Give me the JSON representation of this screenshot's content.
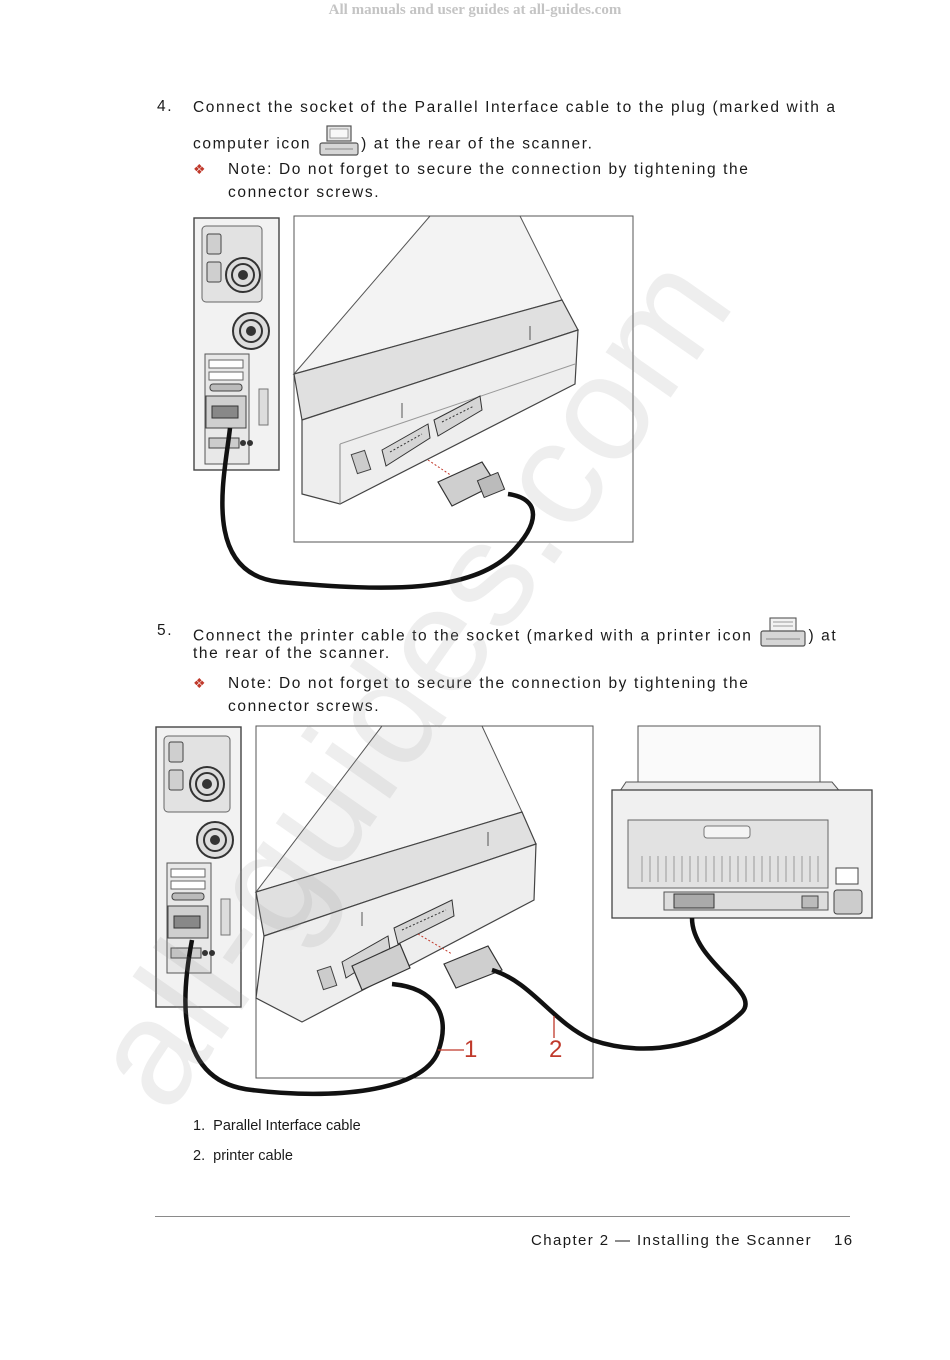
{
  "banner": "All manuals and user guides at all-guides.com",
  "watermark": "all-guides.com",
  "step4": {
    "number": "4.",
    "line1": "Connect the socket of the Parallel Interface cable to the plug (marked with a",
    "line2_before": "computer icon",
    "line2_after": ") at the rear of the scanner.",
    "icon": "computer-icon",
    "note_line1": "Note: Do not forget to secure the connection by tightening the",
    "note_line2": "connector screws."
  },
  "step5": {
    "number": "5.",
    "line1_before": "Connect the printer cable to the socket (marked with a printer icon",
    "line1_after": ") at",
    "line2": "the rear of the scanner.",
    "icon": "printer-icon",
    "note_line1": "Note: Do not forget to secure the connection by tightening the",
    "note_line2": "connector screws."
  },
  "figure2": {
    "callout1": "1",
    "callout2": "2"
  },
  "legend": [
    {
      "number": "1.",
      "label": "Parallel Interface cable"
    },
    {
      "number": "2.",
      "label": "printer cable"
    }
  ],
  "footer": {
    "chapter": "Chapter 2 — Installing the Scanner",
    "page": "16"
  },
  "colors": {
    "accent": "#c0392b",
    "line": "#333333"
  }
}
